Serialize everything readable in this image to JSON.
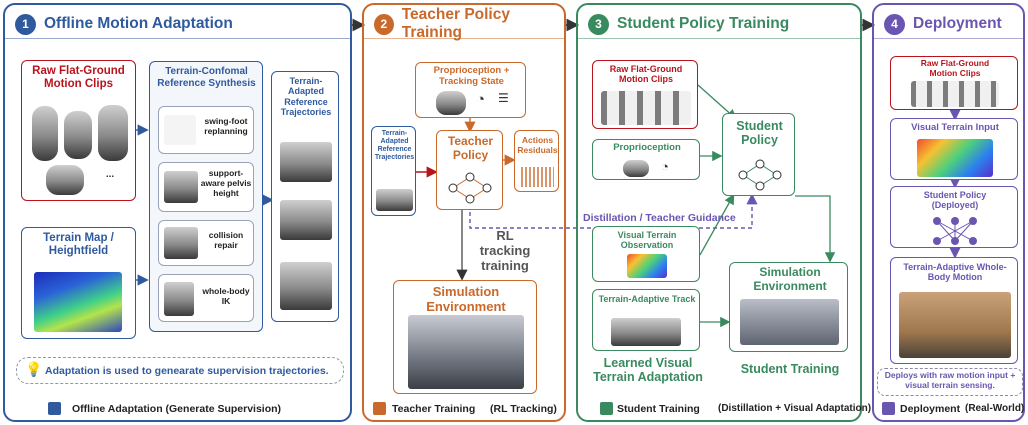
{
  "colors": {
    "blue": "#2f5a9e",
    "orange": "#c9692c",
    "green": "#3a8a5f",
    "purple": "#6a55b0",
    "red": "#b8141d"
  },
  "stage1": {
    "number": "1",
    "title": "Offline Motion Adaptation",
    "raw_clips": "Raw Flat-Ground Motion Clips",
    "ellipsis": "...",
    "synthesis_title": "Terrain-Confomal Reference Synthesis",
    "steps": [
      "swing-foot replanning",
      "support-aware pelvis height",
      "collision repair",
      "whole-body IK"
    ],
    "adapted_title": "Terrain-Adapted Reference Trajectories",
    "terrain_map": "Terrain Map / Heightfield",
    "note": "Adaptation is used to genearate supervision trajectories.",
    "legend": "Offline Adaptation (Generate Supervision)"
  },
  "stage2": {
    "number": "2",
    "title": "Teacher Policy Training",
    "proprio": "Proprioception + Tracking State",
    "adapted_refs": "Terrain-Adapted Reference Trajectories",
    "teacher_policy": "Teacher Policy",
    "actions": "Actions Residuals",
    "rl_label": "RL tracking training",
    "sim_env": "Simulation Environment",
    "legend": "Teacher Training",
    "legend_sub": "(RL Tracking)"
  },
  "stage3": {
    "number": "3",
    "title": "Student Policy Training",
    "raw_clips": "Raw Flat-Ground Motion Clips",
    "proprio": "Proprioception",
    "student_policy": "Student Policy",
    "distill": "Distillation / Teacher Guidance",
    "visual_obs": "Visual Terrain Observation",
    "track": "Terrain-Adaptive Track",
    "sim_env": "Simulation Environment",
    "learned": "Learned Visual Terrain Adaptation",
    "student_training": "Student Training",
    "legend": "Student Training",
    "legend_sub": "(Distillation + Visual Adaptation)"
  },
  "stage4": {
    "number": "4",
    "title": "Deployment",
    "raw_clips": "Raw Flat-Ground Motion Clips",
    "visual_input": "Visual Terrain Input",
    "student_deployed": "Student Policy (Deployed)",
    "whole_body": "Terrain-Adaptive Whole-Body Motion",
    "note": "Deploys with raw motion input + visual terrain sensing.",
    "legend": "Deployment",
    "legend_sub": "(Real-World)"
  }
}
